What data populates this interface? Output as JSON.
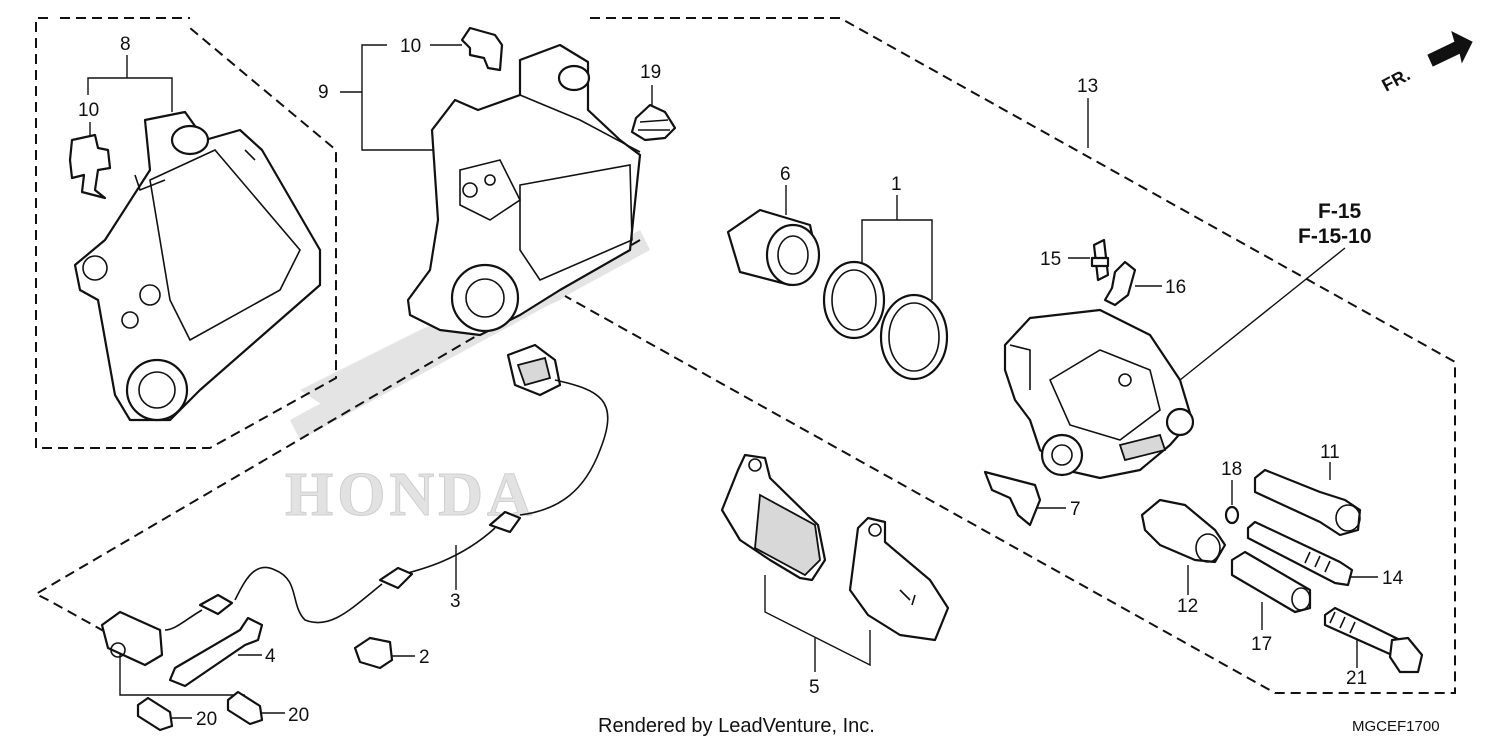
{
  "diagram": {
    "callouts": {
      "p1": "1",
      "p2": "2",
      "p3": "3",
      "p4": "4",
      "p5": "5",
      "p6": "6",
      "p7": "7",
      "p8": "8",
      "p9": "9",
      "p10a": "10",
      "p10b": "10",
      "p11": "11",
      "p12": "12",
      "p13": "13",
      "p14": "14",
      "p15": "15",
      "p16": "16",
      "p17": "17",
      "p18": "18",
      "p19": "19",
      "p20a": "20",
      "p20b": "20",
      "p21": "21"
    },
    "references": [
      "F-15",
      "F-15-10"
    ],
    "direction_label": "FR.",
    "watermark": "HONDA",
    "footer_text": "Rendered by LeadVenture, Inc.",
    "diagram_code": "MGCEF1700"
  }
}
